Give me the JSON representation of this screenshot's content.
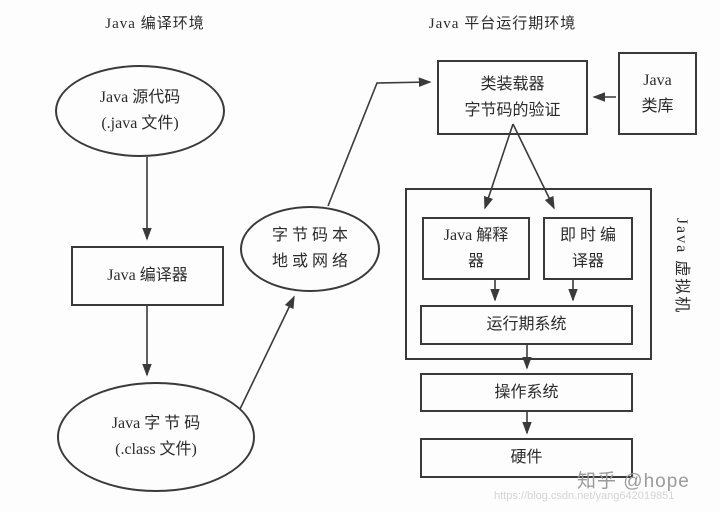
{
  "titles": {
    "left": "Java 编译环境",
    "right": "Java 平台运行期环境"
  },
  "nodes": {
    "source": {
      "line1": "Java 源代码",
      "line2": "(.java 文件)"
    },
    "compiler": {
      "label": "Java 编译器"
    },
    "bytecode": {
      "line1": "Java 字 节 码",
      "line2": "(.class 文件)"
    },
    "network": {
      "line1": "字 节 码 本",
      "line2": "地 或 网 络"
    },
    "classloader": {
      "line1": "类装载器",
      "line2": "字节码的验证"
    },
    "classlib": {
      "line1": "Java",
      "line2": "类库"
    },
    "interpreter": {
      "line1": "Java 解释",
      "line2": "器"
    },
    "jit": {
      "line1": "即 时 编",
      "line2": "译器"
    },
    "runtime": {
      "label": "运行期系统"
    },
    "os": {
      "label": "操作系统"
    },
    "hardware": {
      "label": "硬件"
    },
    "jvm": {
      "label": "Java 虚拟机"
    }
  },
  "watermark": {
    "handle": "知乎 @hope",
    "url": "https://blog.csdn.net/yang642019851"
  },
  "colors": {
    "line": "#3a3a3a",
    "background": "#fdfdfd",
    "watermark": "#9b9b9b",
    "watermark_url": "#d4d4d4"
  }
}
